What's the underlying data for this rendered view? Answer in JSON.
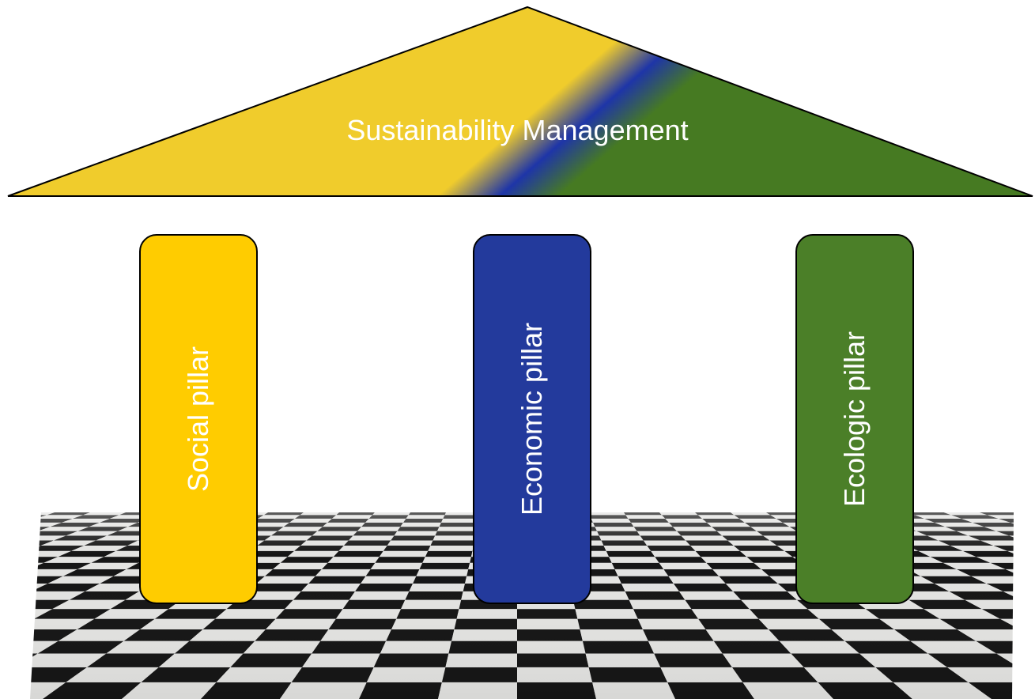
{
  "roof": {
    "title": "Sustainability Management",
    "gradient_colors": [
      "#f0cc2c",
      "#1e35a8",
      "#467a22"
    ],
    "outline_color": "#000000"
  },
  "pillars": [
    {
      "label": "Social pillar",
      "color": "#ffcc00"
    },
    {
      "label": "Economic pillar",
      "color": "#233a9c"
    },
    {
      "label": "Ecologic pillar",
      "color": "#4b7f28"
    }
  ],
  "floor": {
    "pattern": "marble checkerboard",
    "dark_color": "#151515",
    "light_color": "#e3e3e1"
  }
}
